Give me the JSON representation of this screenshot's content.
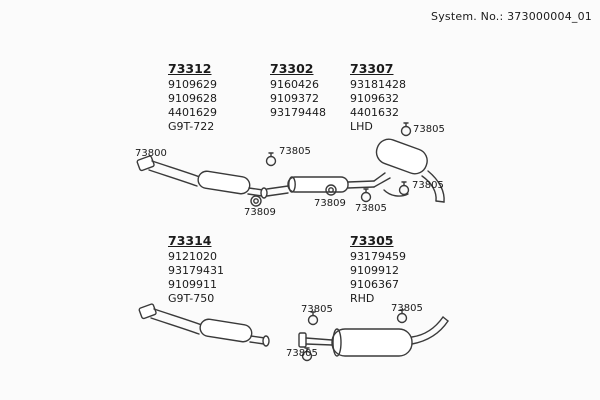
{
  "header": {
    "system_no": "System. No.: 373000004_01"
  },
  "groups": [
    {
      "title": "73312",
      "lines": [
        "9109629",
        "9109628",
        "4401629",
        "G9T-722"
      ]
    },
    {
      "title": "73302",
      "lines": [
        "9160426",
        "9109372",
        "93179448"
      ]
    },
    {
      "title": "73307",
      "lines": [
        "93181428",
        "9109632",
        "4401632",
        "LHD"
      ]
    },
    {
      "title": "73314",
      "lines": [
        "9121020",
        "93179431",
        "9109911",
        "G9T-750"
      ]
    },
    {
      "title": "73305",
      "lines": [
        "93179459",
        "9109912",
        "9106367",
        "RHD"
      ]
    }
  ],
  "callouts": [
    {
      "label": "73800"
    },
    {
      "label": "73805"
    },
    {
      "label": "73805"
    },
    {
      "label": "73805"
    },
    {
      "label": "73805"
    },
    {
      "label": "73809"
    },
    {
      "label": "73809"
    },
    {
      "label": "73805"
    },
    {
      "label": "73805"
    },
    {
      "label": "73805"
    }
  ],
  "colors": {
    "background": "#fbfbfb",
    "line_art": "#3a3a3a",
    "text": "#1b1b1b"
  }
}
